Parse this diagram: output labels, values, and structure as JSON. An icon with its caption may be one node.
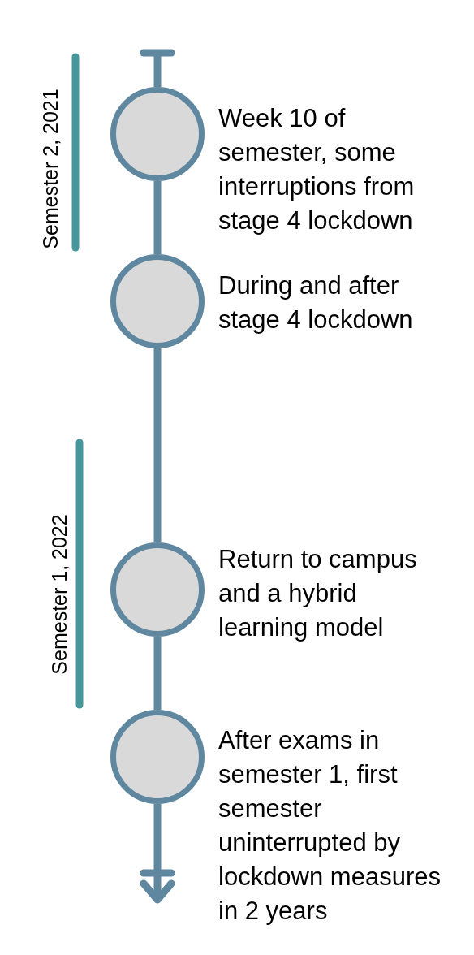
{
  "diagram": {
    "nodes": [
      {
        "text": [],
        "shape": "circle",
        "beside": [
          "Week 10 of semester, some interruptions from stage 4 lockdown"
        ]
      },
      {
        "text": [],
        "shape": "circle",
        "beside": [
          "During and after stage 4 lockdown"
        ]
      },
      {
        "text": [],
        "shape": "circle",
        "beside": [
          "Return to campus and a hybrid learning model"
        ]
      },
      {
        "text": [],
        "shape": "circle",
        "beside": [
          "After exams in semester 1, first semester uninterrupted by lockdown measures in 2 years"
        ]
      }
    ],
    "edges": [
      {
        "from": null,
        "to": 0,
        "arrow": "other"
      },
      {
        "from": 0,
        "to": 1,
        "arrow": "none"
      },
      {
        "from": 1,
        "to": 2,
        "arrow": "none"
      },
      {
        "from": 2,
        "to": 3,
        "arrow": "none"
      },
      {
        "from": 3,
        "to": null,
        "arrow": "to"
      }
    ],
    "labels": [
      "Semester 2, 2021",
      "Semester 1, 2022"
    ]
  }
}
